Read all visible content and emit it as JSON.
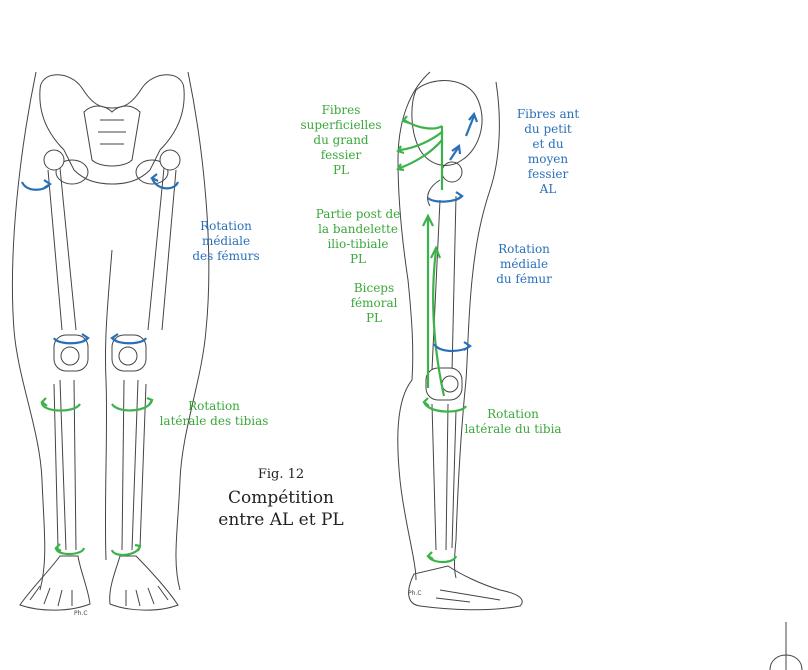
{
  "figure": {
    "number": "Fig. 12",
    "title_line1": "Compétition",
    "title_line2": "entre AL et PL"
  },
  "labels": {
    "front_femur_rotation": [
      "Rotation",
      "médiale",
      "des fémurs"
    ],
    "front_tibia_rotation": [
      "Rotation",
      "latérale des tibias"
    ],
    "side_gluteus_superficial": [
      "Fibres",
      "superficielles",
      "du grand",
      "fessier",
      "PL"
    ],
    "side_gluteus_ant": [
      "Fibres ant",
      "du petit",
      "et du",
      "moyen",
      "fessier",
      "AL"
    ],
    "side_itband": [
      "Partie post de",
      "la bandelette",
      "ilio-tibiale",
      "PL"
    ],
    "side_femur_rotation": [
      "Rotation",
      "médiale",
      "du fémur"
    ],
    "side_biceps": [
      "Biceps",
      "fémoral",
      "PL"
    ],
    "side_tibia_rotation": [
      "Rotation",
      "latérale du tibia"
    ]
  },
  "signatures": [
    "Ph.C",
    "Ph.C"
  ],
  "colors": {
    "green_arrows": "#3bb34a",
    "blue_arrows": "#2a70b8",
    "green_text": "#3aa83a",
    "blue_text": "#2a70b8",
    "outline": "#444444"
  }
}
